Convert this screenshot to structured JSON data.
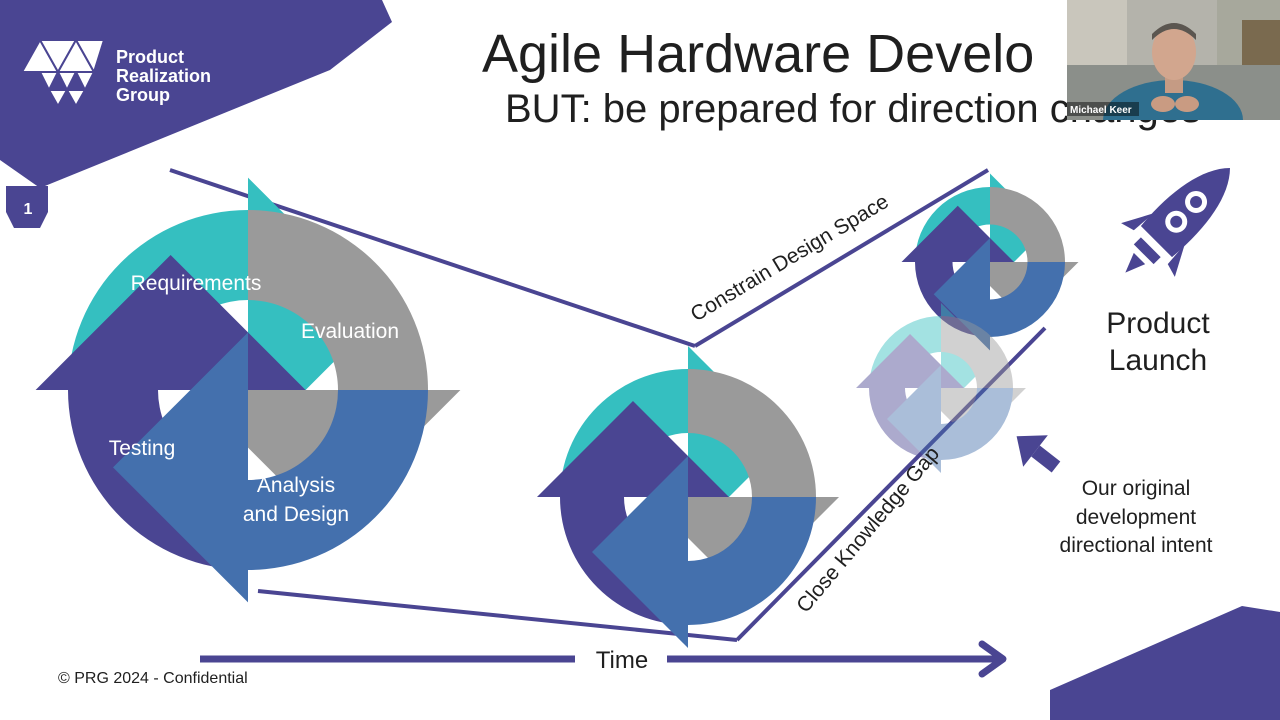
{
  "slide": {
    "title": "Agile Hardware Develo",
    "subtitle": "BUT: be prepared for direction changes",
    "page_number": "1",
    "footer": "© PRG 2024 - Confidential"
  },
  "logo": {
    "line1": "Product",
    "line2": "Realization",
    "line3": "Group"
  },
  "diagram": {
    "cycle_labels": {
      "requirements": "Requirements",
      "evaluation": "Evaluation",
      "testing": "Testing",
      "analysis_line1": "Analysis",
      "analysis_line2": "and Design"
    },
    "constrain": "Constrain Design Space",
    "close_gap": "Close Knowledge Gap",
    "time": "Time",
    "launch_line1": "Product",
    "launch_line2": "Launch",
    "intent_line1": "Our original",
    "intent_line2": "development",
    "intent_line3": "directional intent"
  },
  "video": {
    "participant_name": "Michael Keer"
  },
  "colors": {
    "navy": "#4a4592",
    "teal": "#35bfc0",
    "gray": "#9a9a9a",
    "blue": "#4470ad"
  }
}
